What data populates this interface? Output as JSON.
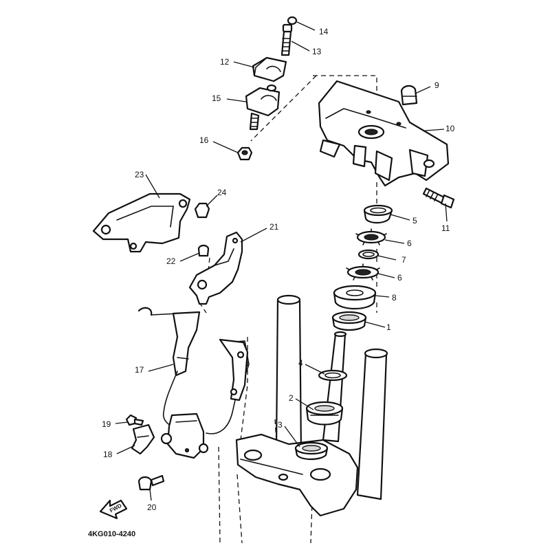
{
  "diagram": {
    "code": "4KG010-4240",
    "arrow_label": "FWD",
    "callouts": [
      "1",
      "2",
      "3",
      "4",
      "5",
      "6",
      "7",
      "8",
      "9",
      "10",
      "11",
      "12",
      "13",
      "14",
      "15",
      "16",
      "17",
      "18",
      "19",
      "20",
      "21",
      "22",
      "23",
      "24"
    ],
    "second_callouts": [
      "6"
    ]
  }
}
